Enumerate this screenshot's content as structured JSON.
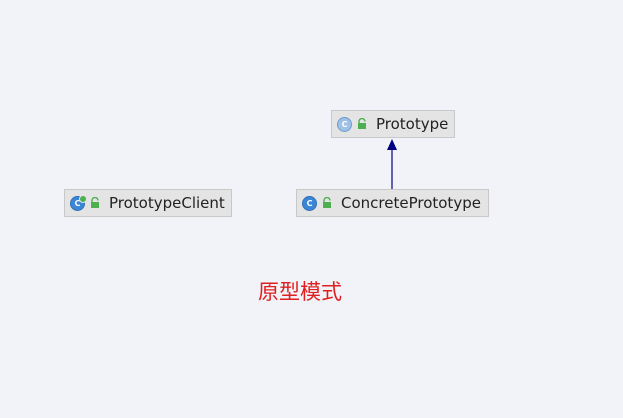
{
  "diagram": {
    "nodes": [
      {
        "id": "prototype",
        "label": "Prototype",
        "kind": "abstract-class",
        "icon": "abstract-class-icon"
      },
      {
        "id": "concrete",
        "label": "ConcretePrototype",
        "kind": "class",
        "icon": "class-icon"
      },
      {
        "id": "client",
        "label": "PrototypeClient",
        "kind": "class-with-main",
        "icon": "runnable-class-icon"
      }
    ],
    "edges": [
      {
        "from": "concrete",
        "to": "prototype",
        "type": "inheritance"
      }
    ],
    "caption": "原型模式",
    "colors": {
      "background": "#f2f3f8",
      "node_fill": "#e4e4e4",
      "edge": "#00007f",
      "caption": "#e02020"
    }
  }
}
